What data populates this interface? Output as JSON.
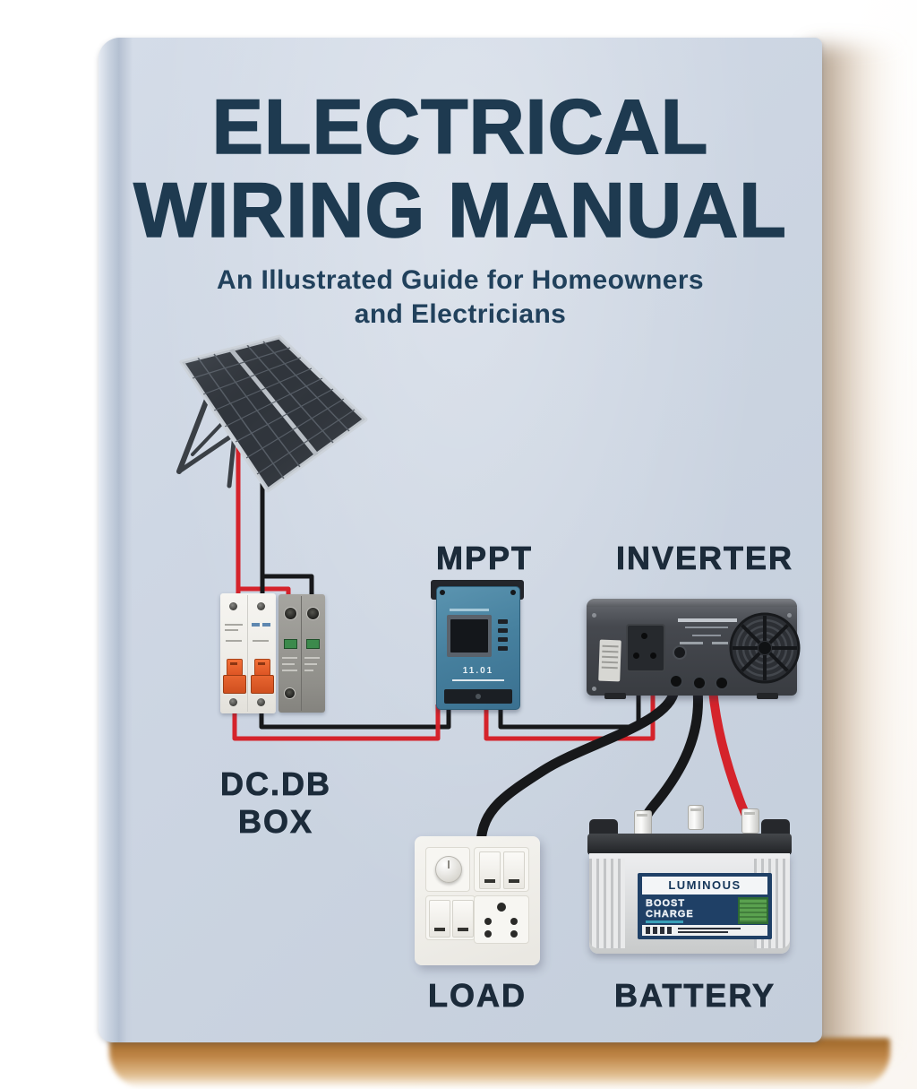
{
  "book": {
    "title_line1": "ELECTRICAL",
    "title_line2": "WIRING MANUAL",
    "subtitle_line1": "An Illustrated Guide for Homeowners",
    "subtitle_line2": "and Electricians"
  },
  "diagram": {
    "component_labels": {
      "mppt": "MPPT",
      "inverter": "INVERTER",
      "dcdb_line1": "DC.DB",
      "dcdb_line2": "BOX",
      "load": "LOAD",
      "battery": "BATTERY"
    },
    "battery": {
      "brand": "LUMINOUS",
      "model_line1": "BOOST",
      "model_line2": "CHARGE"
    },
    "mppt_screen_text": "11.01",
    "components": [
      "solar-panel",
      "dc-db-box",
      "mppt-charge-controller",
      "inverter",
      "load-switchboard",
      "battery"
    ],
    "wire_colors": {
      "positive": "#d5232b",
      "negative": "#17181a"
    }
  },
  "colors": {
    "cover_background": "#ccd5e2",
    "title_text": "#1e3a50",
    "label_text": "#1c2b3a",
    "mppt_body": "#47819f",
    "battery_label_navy": "#1f4066",
    "shadow_tan": "#c08748"
  }
}
